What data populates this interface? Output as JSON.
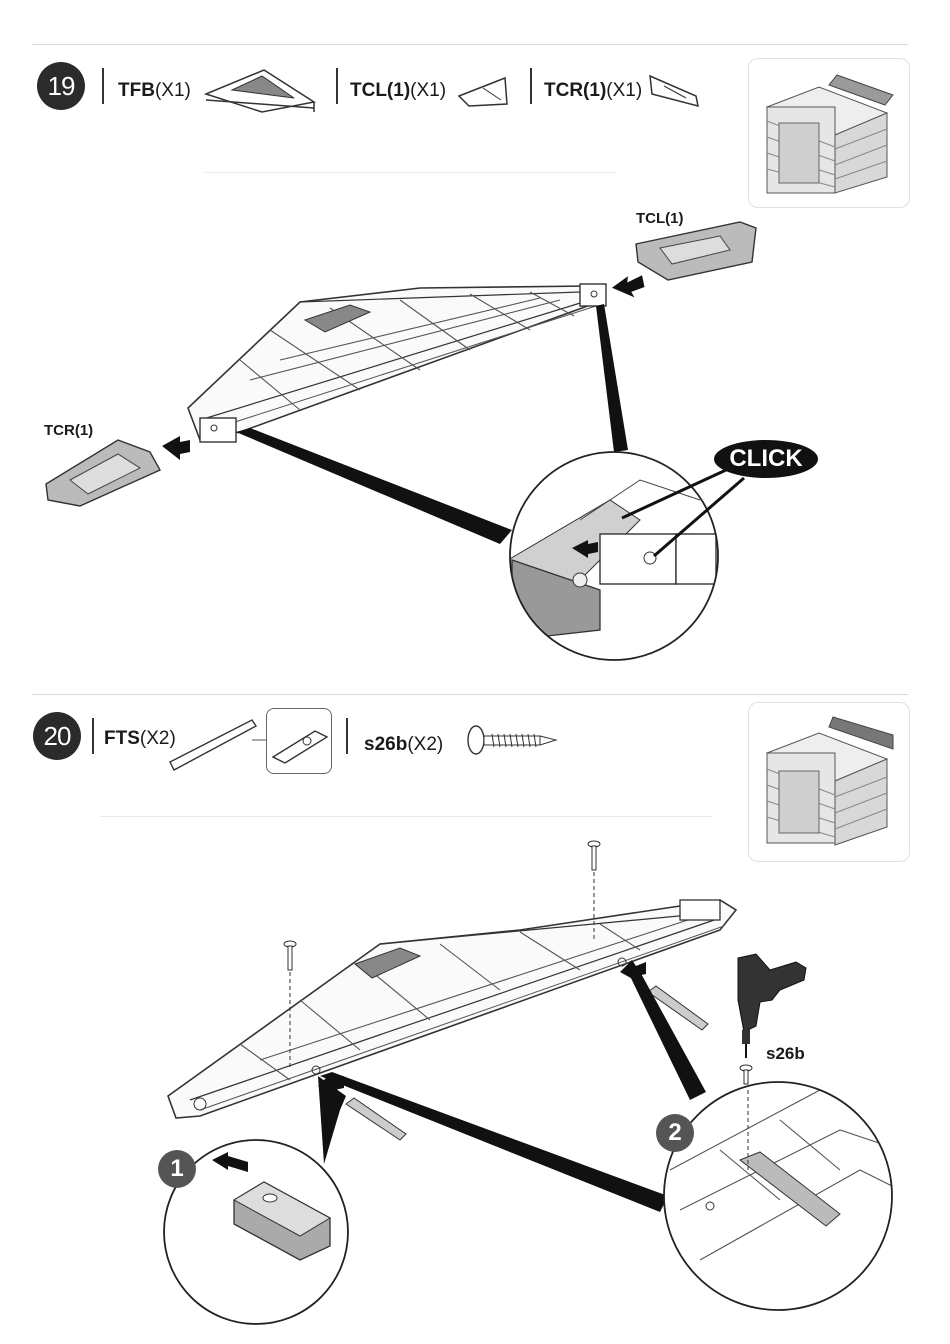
{
  "steps": [
    {
      "number": "19",
      "parts": [
        {
          "code": "TFB",
          "qty": "(X1)"
        },
        {
          "code": "TCL(1)",
          "qty": "(X1)"
        },
        {
          "code": "TCR(1)",
          "qty": "(X1)"
        }
      ],
      "labels": {
        "right_part": "TCL(1)",
        "left_part": "TCR(1)",
        "click": "CLICK"
      }
    },
    {
      "number": "20",
      "parts": [
        {
          "code": "FTS",
          "qty": "(X2)"
        },
        {
          "code": "s26b",
          "qty": "(X2)"
        }
      ],
      "labels": {
        "screw": "s26b",
        "detail_1": "1",
        "detail_2": "2"
      }
    }
  ],
  "colors": {
    "badge": "#2b2b2b",
    "line": "#222222",
    "fill_gray": "#bdbdbd"
  }
}
